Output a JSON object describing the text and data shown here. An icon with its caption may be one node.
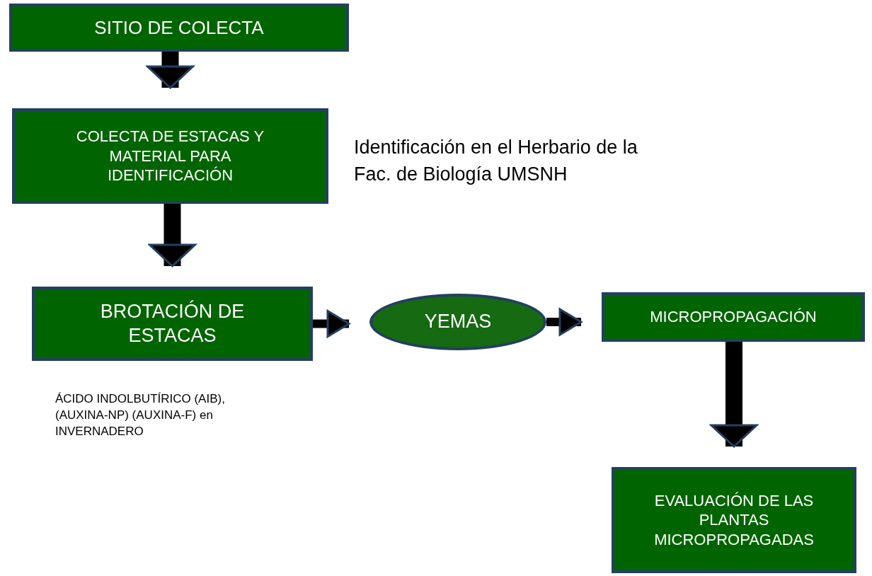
{
  "diagram": {
    "nodes": [
      {
        "text": [
          "SITIO DE COLECTA"
        ]
      },
      {
        "text": [
          "COLECTA  DE ESTACAS Y MATERIAL PARA IDENTIFICACIÓN"
        ]
      },
      {
        "text": [
          "BROTACIÓN DE ESTACAS"
        ],
        "beside": [
          "ÁCIDO INDOLBUTÍRICO (AIB), (AUXINA-NP) (AUXINA-F) en INVERNADERO"
        ]
      },
      {
        "text": [
          "YEMAS"
        ]
      },
      {
        "text": [
          "MICROPROPAGACIÓN"
        ]
      },
      {
        "text": [
          "EVALUACIÓN DE LAS PLANTAS MICROPROPAGADAS"
        ]
      }
    ],
    "edges": [
      {
        "from": 0,
        "to": 1,
        "arrow": "to"
      },
      {
        "from": 1,
        "to": 2,
        "arrow": "to"
      },
      {
        "from": 2,
        "to": 3,
        "arrow": "to"
      },
      {
        "from": 3,
        "to": 4,
        "arrow": "to"
      },
      {
        "from": 4,
        "to": 5,
        "arrow": "to"
      }
    ],
    "labels": [
      "Identificación en el Herbario de la Fac. de Biología UMSNH"
    ]
  }
}
